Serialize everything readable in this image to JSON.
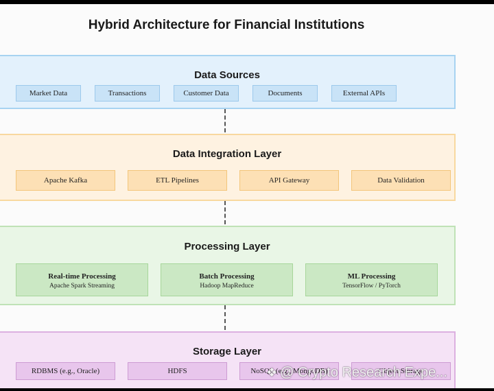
{
  "title": "Hybrid Architecture for Financial Institutions",
  "layers": {
    "sources": {
      "title": "Data Sources",
      "items": [
        "Market Data",
        "Transactions",
        "Customer Data",
        "Documents",
        "External APIs"
      ]
    },
    "integration": {
      "title": "Data Integration Layer",
      "items": [
        "Apache Kafka",
        "ETL Pipelines",
        "API Gateway",
        "Data Validation"
      ]
    },
    "processing": {
      "title": "Processing Layer",
      "items": [
        {
          "title": "Real-time Processing",
          "subtitle": "Apache Spark Streaming"
        },
        {
          "title": "Batch Processing",
          "subtitle": "Hadoop MapReduce"
        },
        {
          "title": "ML Processing",
          "subtitle": "TensorFlow / PyTorch"
        }
      ]
    },
    "storage": {
      "title": "Storage Layer",
      "items": [
        "RDBMS (e.g., Oracle)",
        "HDFS",
        "NoSQL (e.g., MongoDB)",
        "Object Storage"
      ]
    }
  },
  "watermark": {
    "text": "@ Crypto Research Expe..."
  },
  "colors": {
    "sources_bg": "#e3f1fc",
    "integration_bg": "#fef2e1",
    "processing_bg": "#e9f6e6",
    "storage_bg": "#f5e3f6"
  }
}
